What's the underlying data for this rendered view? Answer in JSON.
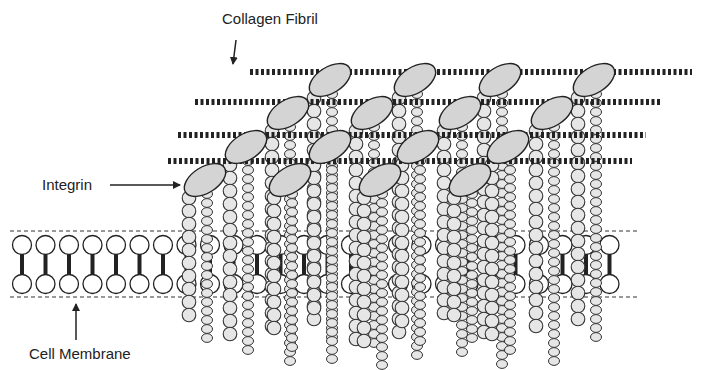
{
  "diagram": {
    "labels": [
      "Collagen Fibril",
      "Integrin",
      "Cell Membrane"
    ]
  }
}
